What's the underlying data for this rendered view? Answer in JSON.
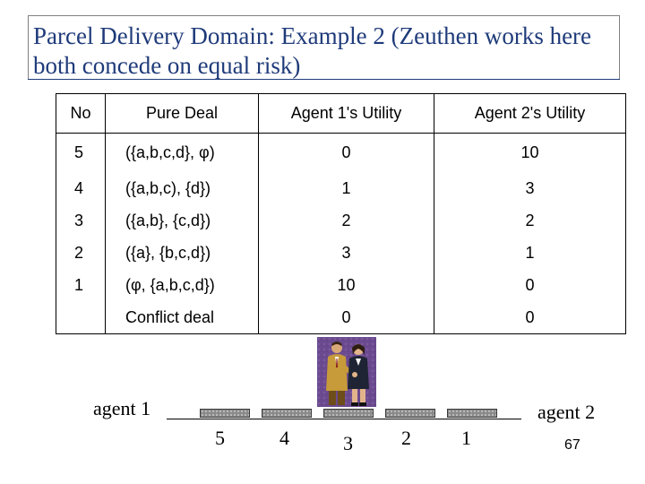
{
  "title": {
    "line1": "Parcel Delivery Domain: Example 2 (Zeuthen works here",
    "line2": "both concede on equal risk)"
  },
  "table": {
    "headers": [
      "No",
      "Pure Deal",
      "Agent 1's Utility",
      "Agent 2's Utility"
    ],
    "rows": [
      {
        "no": "5",
        "deal": "({a,b,c,d}, φ)",
        "u1": "0",
        "u2": "10"
      },
      {
        "no": "4",
        "deal": "({a,b,c), {d})",
        "u1": "1",
        "u2": "3"
      },
      {
        "no": "3",
        "deal": "({a,b}, {c,d})",
        "u1": "2",
        "u2": "2"
      },
      {
        "no": "2",
        "deal": "({a}, {b,c,d})",
        "u1": "3",
        "u2": "1"
      },
      {
        "no": "1",
        "deal": "(φ, {a,b,c,d})",
        "u1": "10",
        "u2": "0"
      },
      {
        "no": "",
        "deal": "Conflict deal",
        "u1": "0",
        "u2": "0"
      }
    ]
  },
  "scale": {
    "left_label": "agent 1",
    "right_label": "agent 2",
    "positions": [
      "5",
      "4",
      "3",
      "2",
      "1"
    ]
  },
  "page_number": "67",
  "icons": {
    "handshake": "handshake-clipart-icon"
  },
  "colors": {
    "title": "#1f3b7a",
    "clipart_background": "#6b4a8f"
  }
}
